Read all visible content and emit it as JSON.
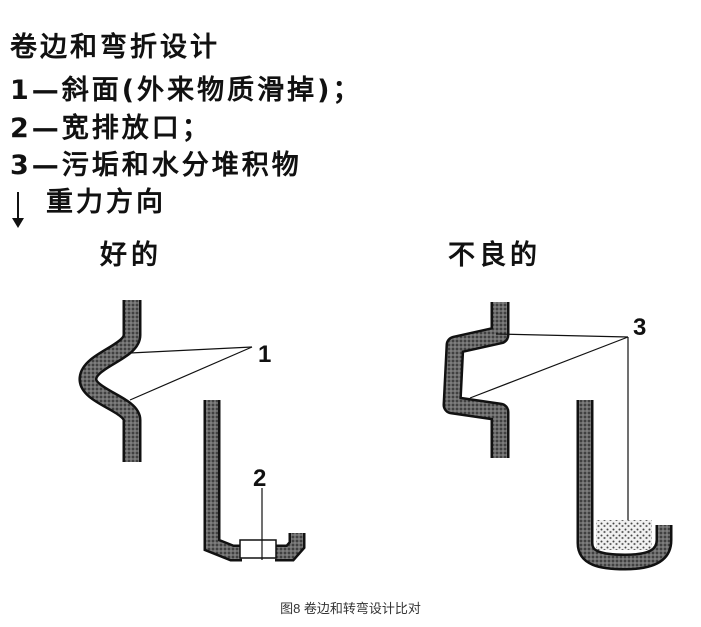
{
  "header": {
    "title": "卷边和弯折设计",
    "item1": "1—斜面(外来物质滑掉)；",
    "item2": "2—宽排放口；",
    "item3": "3—污垢和水分堆积物",
    "gravity": "重力方向"
  },
  "columns": {
    "good": "好的",
    "bad": "不良的"
  },
  "callouts": {
    "one": "1",
    "two": "2",
    "three": "3"
  },
  "caption": "图8 卷边和转弯设计比对",
  "colors": {
    "ink": "#111111",
    "fill": "#555555",
    "accent": "#e0e0e0"
  }
}
